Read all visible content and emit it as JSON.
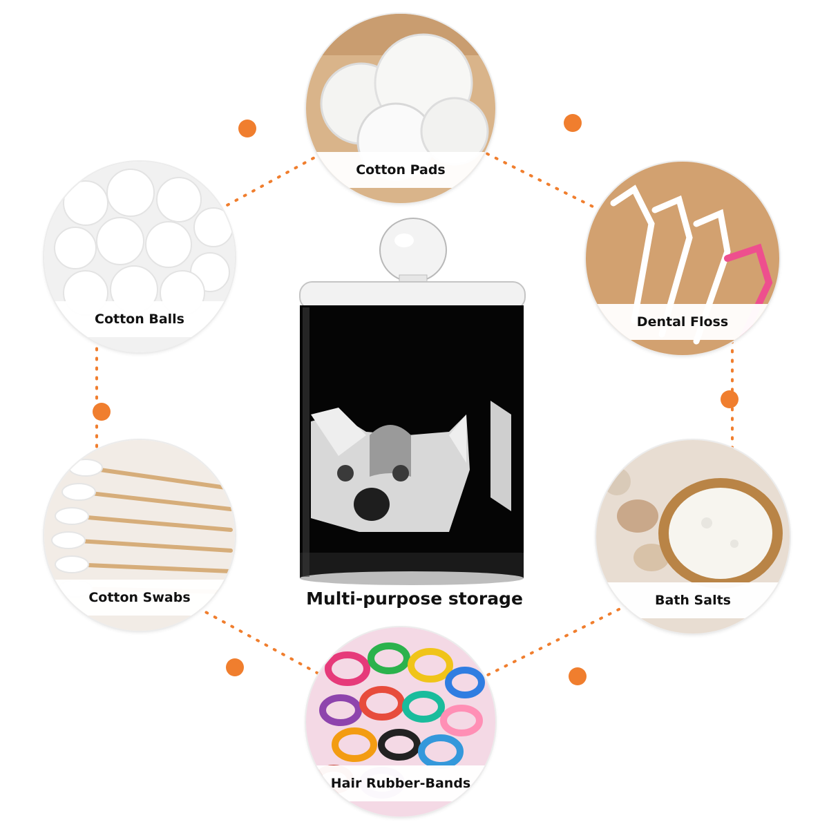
{
  "caption": "Multi-purpose storage",
  "accent_color": "#f07e2e",
  "items": [
    {
      "label": "Cotton Pads",
      "icon": "cotton-pads-photo"
    },
    {
      "label": "Dental Floss",
      "icon": "dental-floss-photo"
    },
    {
      "label": "Bath Salts",
      "icon": "bath-salts-photo"
    },
    {
      "label": "Hair Rubber-Bands",
      "icon": "hair-rubber-bands-photo"
    },
    {
      "label": "Cotton Swabs",
      "icon": "cotton-swabs-photo"
    },
    {
      "label": "Cotton Balls",
      "icon": "cotton-balls-photo"
    }
  ],
  "product": {
    "icon": "husky-dog-jar-photo"
  }
}
